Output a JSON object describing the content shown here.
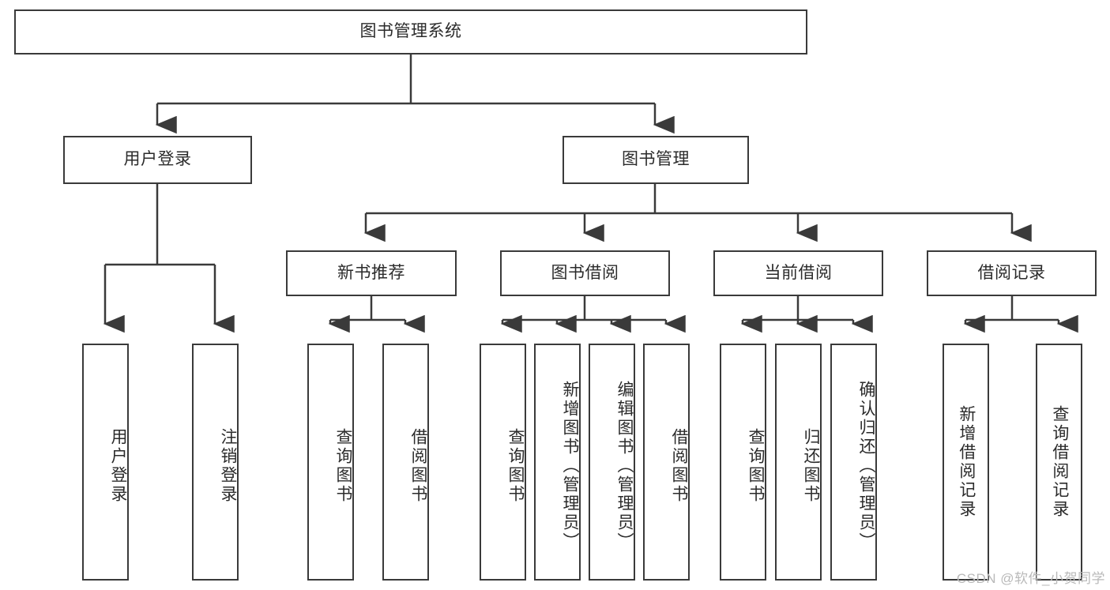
{
  "diagram": {
    "title_box": {
      "label": "图书管理系统"
    },
    "level2": [
      {
        "id": "user-login",
        "label": "用户登录"
      },
      {
        "id": "book-management",
        "label": "图书管理"
      }
    ],
    "level3": [
      {
        "id": "new-book-recommend",
        "label": "新书推荐"
      },
      {
        "id": "book-borrow",
        "label": "图书借阅"
      },
      {
        "id": "current-borrow",
        "label": "当前借阅"
      },
      {
        "id": "borrow-record",
        "label": "借阅记录"
      }
    ],
    "leaves": {
      "user_login": [
        {
          "id": "leaf-user-login",
          "label": "用户登录"
        },
        {
          "id": "leaf-logout-login",
          "label": "注销登录"
        }
      ],
      "new_book_recommend": [
        {
          "id": "leaf-query-book-1",
          "label": "查询图书"
        },
        {
          "id": "leaf-borrow-book-1",
          "label": "借阅图书"
        }
      ],
      "book_borrow": [
        {
          "id": "leaf-query-book-2",
          "label": "查询图书"
        },
        {
          "id": "leaf-add-book",
          "label": "新增图书（管理员）"
        },
        {
          "id": "leaf-edit-book",
          "label": "编辑图书（管理员）"
        },
        {
          "id": "leaf-borrow-book-2",
          "label": "借阅图书"
        }
      ],
      "current_borrow": [
        {
          "id": "leaf-query-book-3",
          "label": "查询图书"
        },
        {
          "id": "leaf-return-book",
          "label": "归还图书"
        },
        {
          "id": "leaf-confirm-return",
          "label": "确认归还（管理员）"
        }
      ],
      "borrow_record": [
        {
          "id": "leaf-add-borrow-record",
          "label": "新增借阅记录"
        },
        {
          "id": "leaf-query-borrow-record",
          "label": "查询借阅记录"
        }
      ]
    }
  },
  "watermark": {
    "text": "CSDN @软件_小贺同学"
  },
  "colors": {
    "stroke": "#3a3a3a",
    "text": "#2b2b2b",
    "background": "#ffffff",
    "watermark": "#b9b9b9"
  }
}
